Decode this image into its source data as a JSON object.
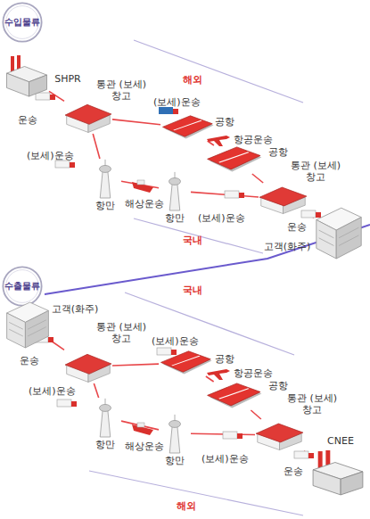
{
  "diagram": {
    "nodes": [
      {
        "text": [
          "수입물류"
        ]
      },
      {
        "text": [
          "SHPR"
        ]
      },
      {
        "text": [
          "통관 (보세)창고"
        ]
      },
      {
        "text": [
          "공항"
        ]
      },
      {
        "text": [
          "공항"
        ]
      },
      {
        "text": [
          "통관 (보세)창고"
        ]
      },
      {
        "text": [
          "고객(화주)"
        ]
      },
      {
        "text": [
          "항만"
        ]
      },
      {
        "text": [
          "항만"
        ]
      },
      {
        "text": [
          "수출물류"
        ]
      },
      {
        "text": [
          "고객(화주)"
        ]
      },
      {
        "text": [
          "통관 (보세)창고"
        ]
      },
      {
        "text": [
          "공항"
        ]
      },
      {
        "text": [
          "공항"
        ]
      },
      {
        "text": [
          "통관 (보세)창고"
        ]
      },
      {
        "text": [
          "CNEE"
        ]
      },
      {
        "text": [
          "항만"
        ]
      },
      {
        "text": [
          "항만"
        ]
      }
    ],
    "edges": [
      {
        "from": 1,
        "to": 2,
        "label": "운송",
        "arrow": "none"
      },
      {
        "from": 2,
        "to": 3,
        "label": "(보세)운송",
        "arrow": "none"
      },
      {
        "from": 3,
        "to": 4,
        "label": "항공운송",
        "arrow": "none"
      },
      {
        "from": 4,
        "to": 5,
        "arrow": "none"
      },
      {
        "from": 5,
        "to": 6,
        "label": "운송",
        "arrow": "none"
      },
      {
        "from": 2,
        "to": 7,
        "label": "(보세)운송",
        "arrow": "none"
      },
      {
        "from": 7,
        "to": 8,
        "label": "해상운송",
        "arrow": "none"
      },
      {
        "from": 8,
        "to": 5,
        "label": "(보세)운송",
        "arrow": "none"
      },
      {
        "from": 10,
        "to": 11,
        "label": "운송",
        "arrow": "none"
      },
      {
        "from": 11,
        "to": 12,
        "label": "(보세)운송",
        "arrow": "none"
      },
      {
        "from": 12,
        "to": 13,
        "label": "항공운송",
        "arrow": "none"
      },
      {
        "from": 13,
        "to": 14,
        "arrow": "none"
      },
      {
        "from": 14,
        "to": 15,
        "label": "운송",
        "arrow": "none"
      },
      {
        "from": 11,
        "to": 16,
        "label": "(보세)운송",
        "arrow": "none"
      },
      {
        "from": 16,
        "to": 17,
        "label": "해상운송",
        "arrow": "none"
      },
      {
        "from": 17,
        "to": 14,
        "label": "(보세)운송",
        "arrow": "none"
      }
    ],
    "labels": [
      "해외",
      "국내",
      "국내",
      "해외"
    ]
  }
}
